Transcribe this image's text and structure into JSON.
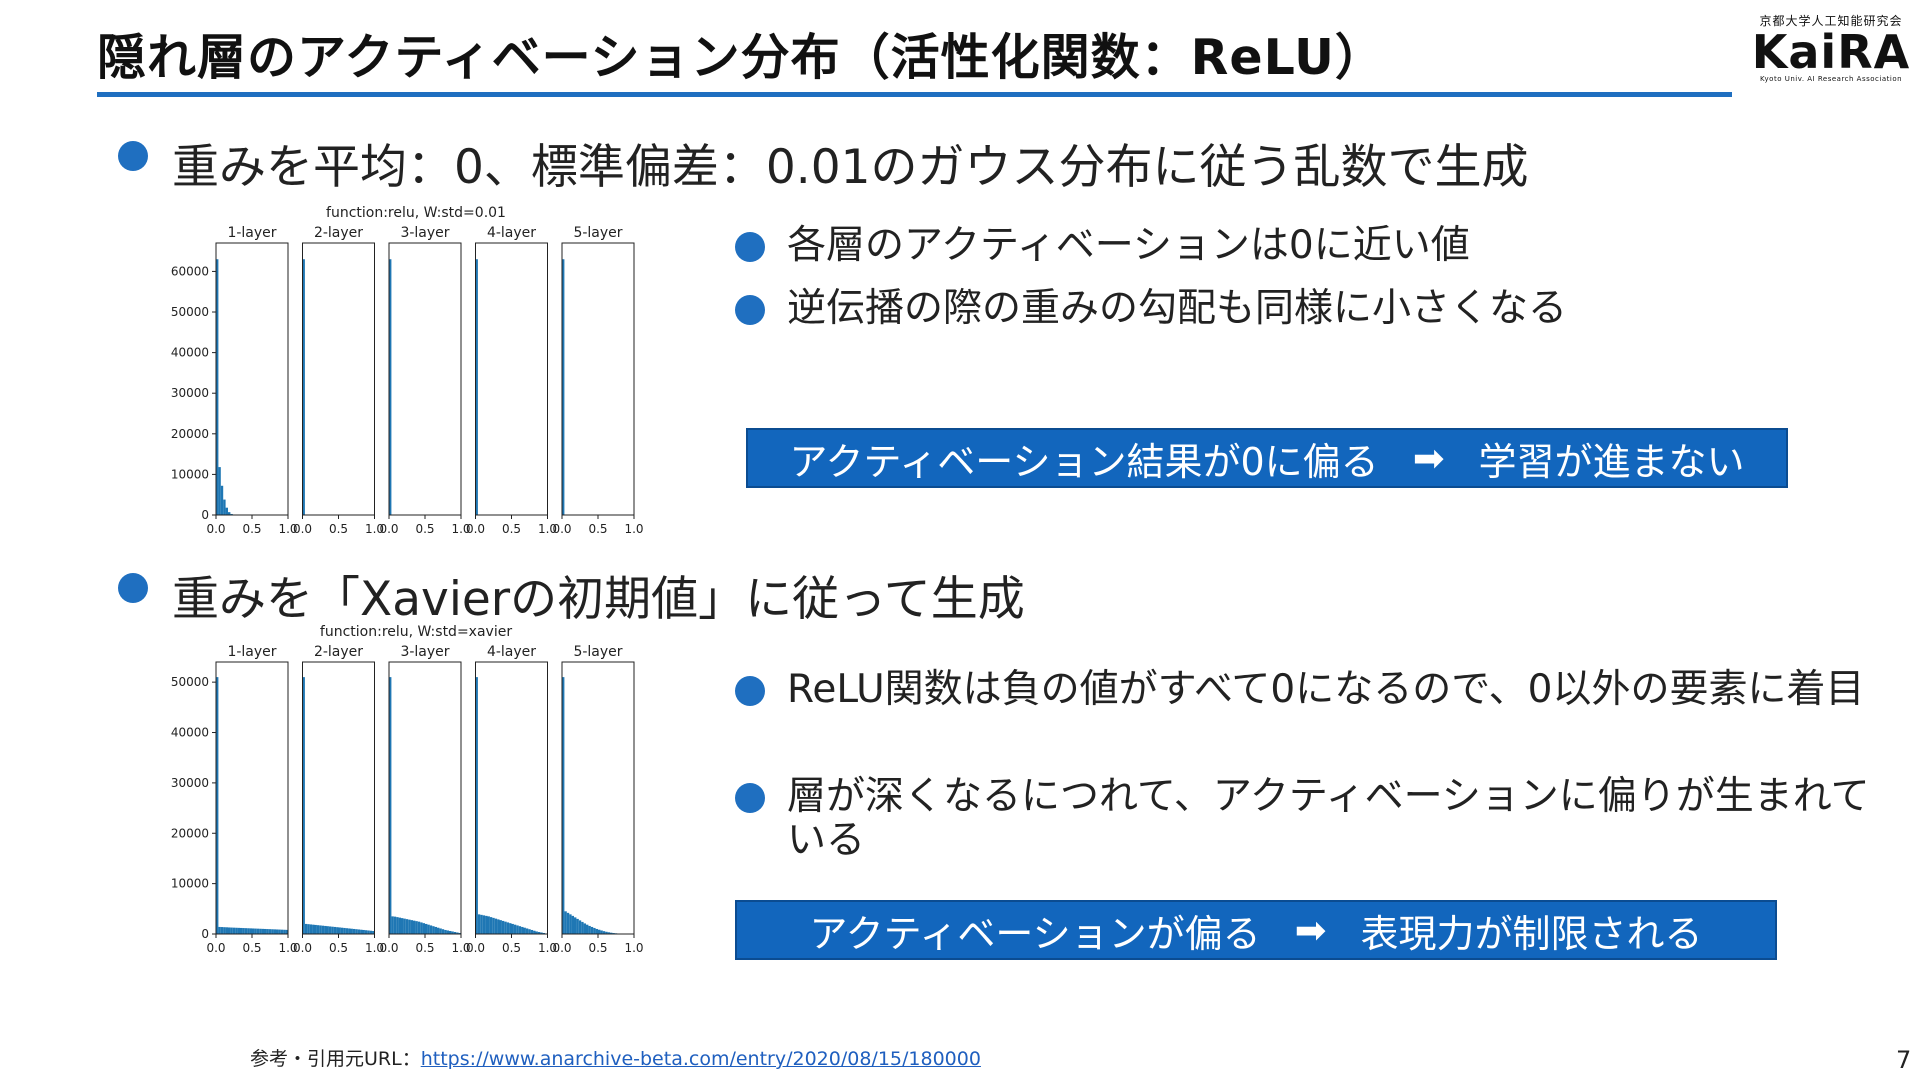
{
  "title": "隠れ層のアクティベーション分布（活性化関数：ReLU）",
  "logo": {
    "small": "京都大学人工知能研究会",
    "main": "KaiRA",
    "sub": "Kyoto Univ. AI Research Association"
  },
  "colors": {
    "accent": "#1f6fc0",
    "callout_bg": "#1266bd",
    "bar": "#1f77b4"
  },
  "section1": {
    "heading": "重みを平均：0、標準偏差：0.01のガウス分布に従う乱数で生成",
    "bullets": [
      "各層のアクティベーションは0に近い値",
      "逆伝播の際の重みの勾配も同様に小さくなる"
    ],
    "callout": {
      "left": "アクティベーション結果が0に偏る",
      "arrow": "➡",
      "right": "学習が進まない"
    }
  },
  "section2": {
    "heading": "重みを「Xavierの初期値」に従って生成",
    "bullets": [
      "ReLU関数は負の値がすべて0になるので、0以外の要素に着目",
      "層が深くなるにつれて、アクティベーションに偏りが生まれている"
    ],
    "callout": {
      "left": "アクティベーションが偏る",
      "arrow": "➡",
      "right": "表現力が制限される"
    }
  },
  "reference": {
    "label": "参考・引用元URL：",
    "url": "https://www.anarchive-beta.com/entry/2020/08/15/180000"
  },
  "page_number": "7",
  "chart_data": [
    {
      "type": "bar",
      "title": "function:relu, W:std=0.01",
      "subplots": [
        "1-layer",
        "2-layer",
        "3-layer",
        "4-layer",
        "5-layer"
      ],
      "bins": 30,
      "xlim": [
        0,
        1
      ],
      "xticks": [
        "0.0",
        "0.5",
        "1.0"
      ],
      "ylim": [
        0,
        67000
      ],
      "yticks": [
        0,
        10000,
        20000,
        30000,
        40000,
        50000,
        60000
      ],
      "series": [
        {
          "values": [
            63000,
            11800,
            7200,
            3800,
            1800,
            700,
            250,
            80,
            20,
            5,
            0,
            0,
            0,
            0,
            0,
            0,
            0,
            0,
            0,
            0,
            0,
            0,
            0,
            0,
            0,
            0,
            0,
            0,
            0,
            0
          ]
        },
        {
          "values": [
            63000,
            0,
            0,
            0,
            0,
            0,
            0,
            0,
            0,
            0,
            0,
            0,
            0,
            0,
            0,
            0,
            0,
            0,
            0,
            0,
            0,
            0,
            0,
            0,
            0,
            0,
            0,
            0,
            0,
            0
          ]
        },
        {
          "values": [
            63000,
            0,
            0,
            0,
            0,
            0,
            0,
            0,
            0,
            0,
            0,
            0,
            0,
            0,
            0,
            0,
            0,
            0,
            0,
            0,
            0,
            0,
            0,
            0,
            0,
            0,
            0,
            0,
            0,
            0
          ]
        },
        {
          "values": [
            63000,
            0,
            0,
            0,
            0,
            0,
            0,
            0,
            0,
            0,
            0,
            0,
            0,
            0,
            0,
            0,
            0,
            0,
            0,
            0,
            0,
            0,
            0,
            0,
            0,
            0,
            0,
            0,
            0,
            0
          ]
        },
        {
          "values": [
            63000,
            0,
            0,
            0,
            0,
            0,
            0,
            0,
            0,
            0,
            0,
            0,
            0,
            0,
            0,
            0,
            0,
            0,
            0,
            0,
            0,
            0,
            0,
            0,
            0,
            0,
            0,
            0,
            0,
            0
          ]
        }
      ]
    },
    {
      "type": "bar",
      "title": "function:relu, W:std=xavier",
      "subplots": [
        "1-layer",
        "2-layer",
        "3-layer",
        "4-layer",
        "5-layer"
      ],
      "bins": 30,
      "xlim": [
        0,
        1
      ],
      "xticks": [
        "0.0",
        "0.5",
        "1.0"
      ],
      "ylim": [
        0,
        54000
      ],
      "yticks": [
        0,
        10000,
        20000,
        30000,
        40000,
        50000
      ],
      "series": [
        {
          "values": [
            51000,
            1400,
            1380,
            1350,
            1330,
            1300,
            1280,
            1260,
            1240,
            1220,
            1200,
            1180,
            1160,
            1140,
            1120,
            1100,
            1080,
            1060,
            1040,
            1020,
            1000,
            980,
            960,
            940,
            920,
            900,
            880,
            860,
            840,
            820
          ]
        },
        {
          "values": [
            51000,
            2000,
            1950,
            1900,
            1850,
            1800,
            1750,
            1700,
            1650,
            1600,
            1550,
            1500,
            1450,
            1400,
            1350,
            1300,
            1250,
            1200,
            1150,
            1100,
            1050,
            1000,
            950,
            900,
            850,
            800,
            750,
            700,
            650,
            600
          ]
        },
        {
          "values": [
            51000,
            3500,
            3450,
            3350,
            3250,
            3150,
            3050,
            2950,
            2850,
            2750,
            2650,
            2550,
            2450,
            2300,
            2150,
            2000,
            1850,
            1700,
            1550,
            1400,
            1250,
            1100,
            950,
            800,
            700,
            600,
            500,
            400,
            300,
            200
          ]
        },
        {
          "values": [
            51000,
            3900,
            3800,
            3700,
            3600,
            3500,
            3350,
            3200,
            3050,
            2900,
            2750,
            2600,
            2450,
            2300,
            2150,
            2000,
            1850,
            1700,
            1550,
            1400,
            1250,
            1100,
            950,
            800,
            650,
            500,
            400,
            300,
            200,
            100
          ]
        },
        {
          "values": [
            51000,
            4500,
            4200,
            3900,
            3600,
            3300,
            3000,
            2700,
            2400,
            2100,
            1850,
            1600,
            1400,
            1200,
            1000,
            850,
            700,
            560,
            440,
            340,
            260,
            190,
            140,
            100,
            70,
            40,
            20,
            10,
            5,
            2
          ]
        }
      ]
    }
  ]
}
